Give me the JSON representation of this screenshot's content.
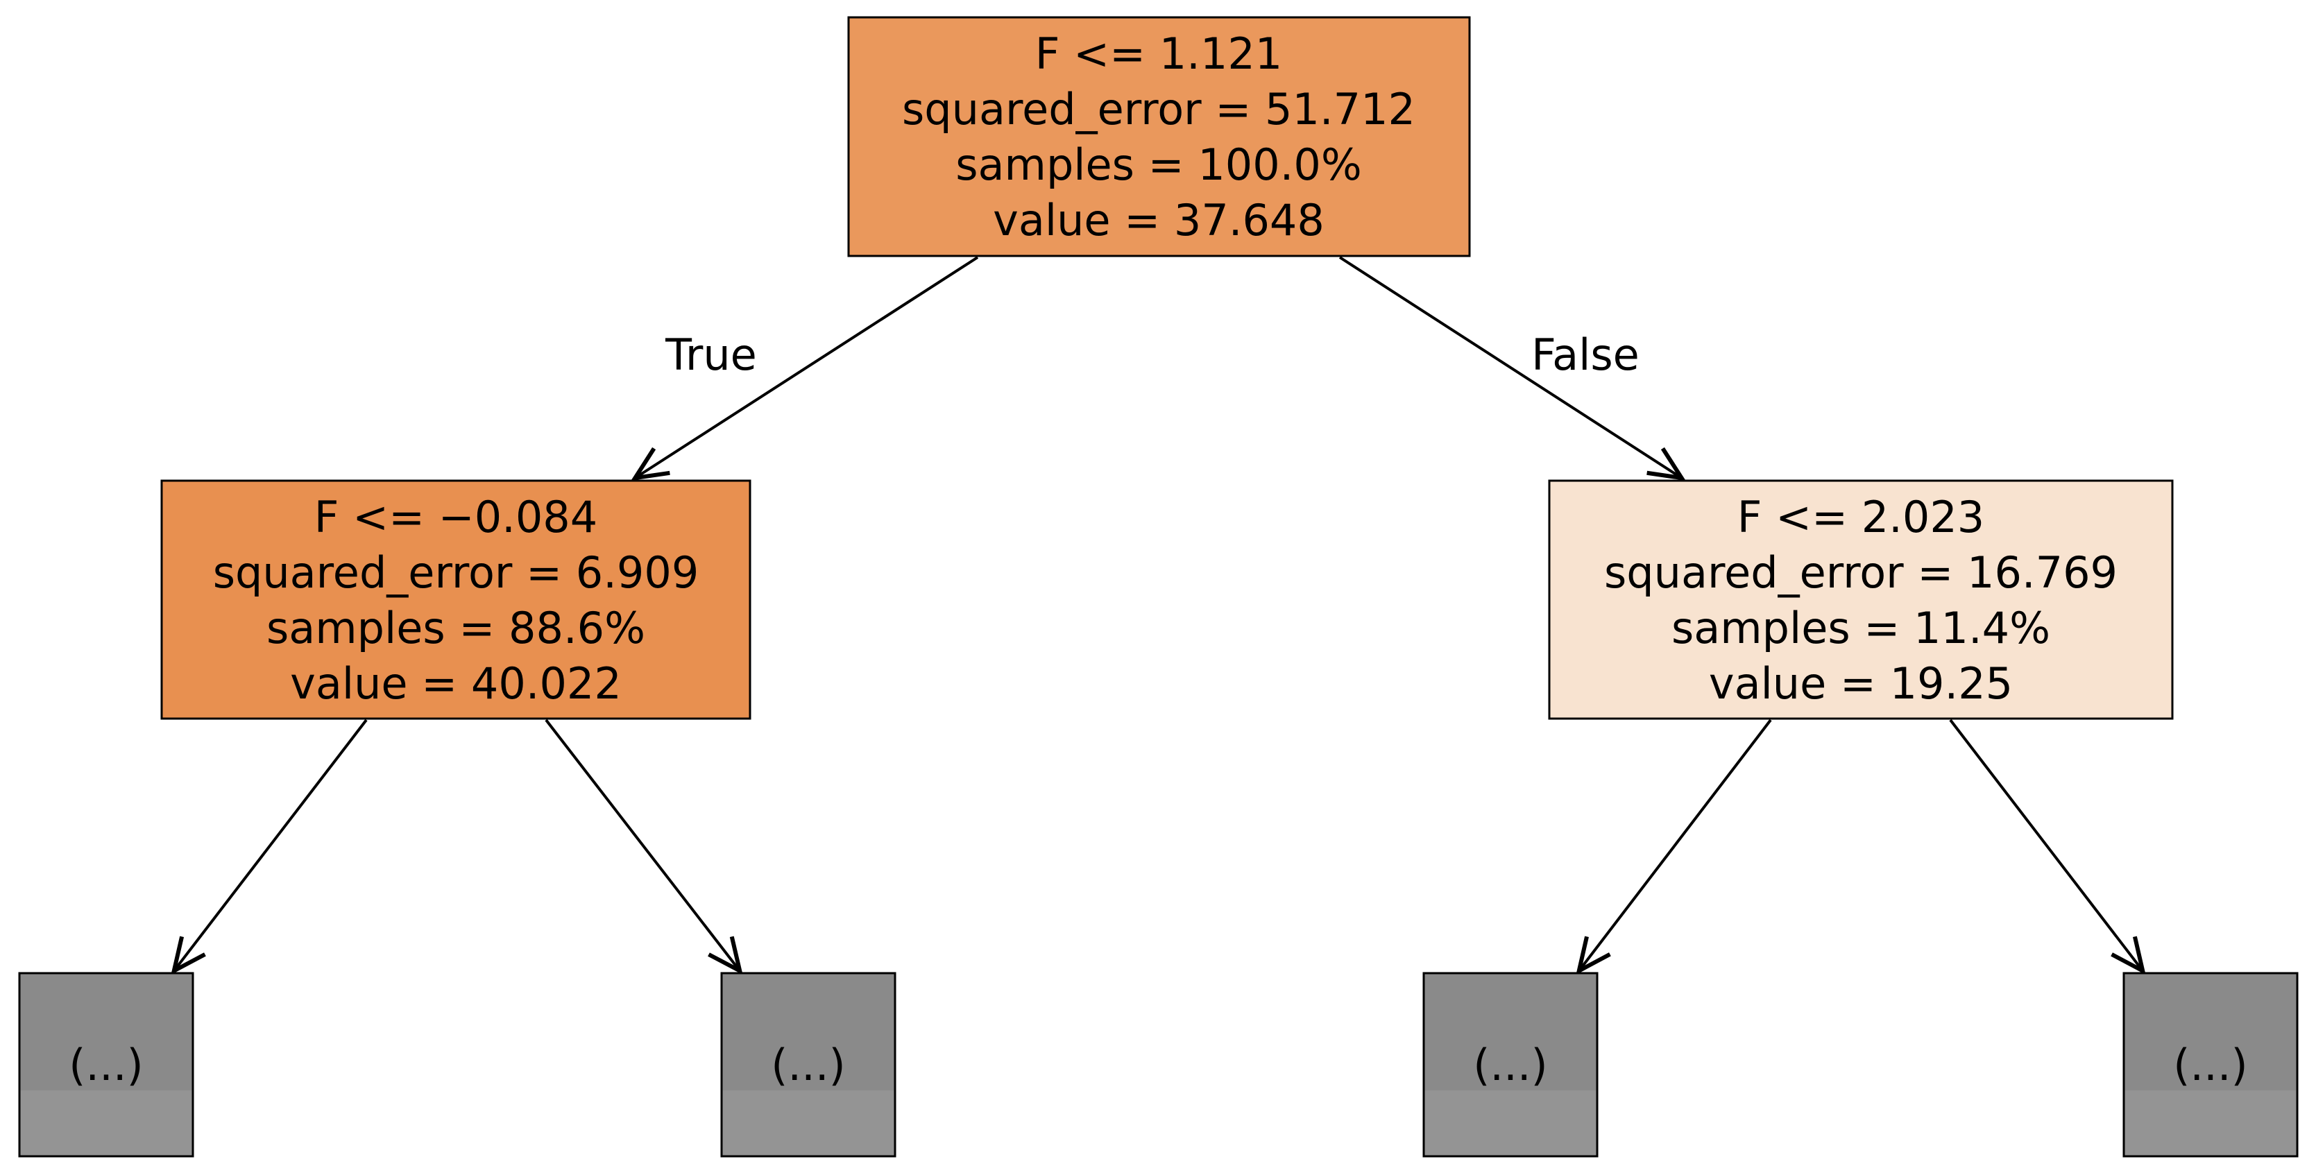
{
  "diagram": {
    "type": "decision-tree",
    "root": {
      "condition": "F <= 1.121",
      "squared_error": "squared_error = 51.712",
      "samples": "samples = 100.0%",
      "value": "value = 37.648"
    },
    "left_child": {
      "condition": "F <= −0.084",
      "squared_error": "squared_error = 6.909",
      "samples": "samples = 88.6%",
      "value": "value = 40.022"
    },
    "right_child": {
      "condition": "F <= 2.023",
      "squared_error": "squared_error = 16.769",
      "samples": "samples = 11.4%",
      "value": "value = 19.25"
    },
    "edge_labels": {
      "true_label": "True",
      "false_label": "False"
    },
    "leaf_placeholder": "(...)"
  },
  "colors": {
    "root_fill": "#ea985c",
    "left_child_fill": "#e89050",
    "right_child_fill": "#f8e3d0",
    "leaf_fill_top": "#8a8a8a",
    "leaf_fill_bottom": "#949494",
    "border": "#000000",
    "background": "#ffffff"
  }
}
